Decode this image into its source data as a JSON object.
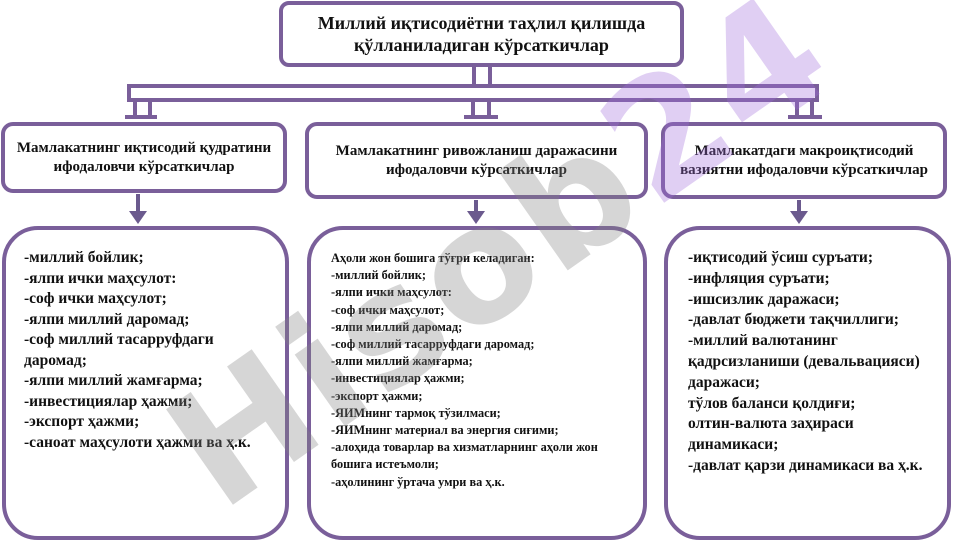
{
  "title": "Миллий иқтисодиётни таҳлил қилишда қўлланиладиган кўрсаткичлар",
  "categories": [
    {
      "label": "Мамлакатнинг иқтисодий қудратини ифодаловчи кўрсаткичлар",
      "items": [
        "-миллий  бойлик;",
        "-ялпи ички маҳсулот:",
        "-соф ички маҳсулот;",
        "-ялпи миллий даромад;",
        "-соф миллий тасарруфдаги даромад;",
        "-ялпи миллий жамғарма;",
        "-инвестициялар ҳажми;",
        "-экспорт ҳажми;",
        "-саноат маҳсулоти ҳажми ва ҳ.к."
      ]
    },
    {
      "label": "Мамлакатнинг ривожланиш даражасини ифодаловчи кўрсаткичлар",
      "items": [
        "Аҳоли жон бошига тўғри келадиган:",
        "-миллий  бойлик;",
        "-ялпи ички маҳсулот:",
        "-соф ички маҳсулот;",
        "-ялпи миллий даромад;",
        "-соф миллий тасарруфдаги  даромад;",
        "-ялпи  миллий жамғарма;",
        "-инвестициялар ҳажми;",
        "-экспорт ҳажми;",
        "-ЯИМнинг тармоқ тўзилмаси;",
        "-ЯИМнинг материал ва энергия сиғими;",
        "-алоҳида товарлар ва хизматларнинг аҳоли жон бошига истеъмоли;",
        "-аҳолининг ўртача умри ва ҳ.к."
      ]
    },
    {
      "label": "Мамлакатдаги макроиқтисодий вазиятни ифодаловчи кўрсаткичлар",
      "items": [
        "-иқтисодий ўсиш суръати;",
        "-инфляция суръати;",
        "-ишсизлик даражаси;",
        "-давлат бюджети тақчиллиги;",
        "-миллий валютанинг қадрсизланиши (девальвацияси) даражаси;",
        "тўлов баланси қолдиғи;",
        "олтин-валюта заҳираси динамикаси;",
        "-давлат қарзи динамикаси ва ҳ.к."
      ]
    }
  ],
  "watermark": {
    "part1": "Hisob",
    "part2": "24"
  },
  "colors": {
    "border": "#7a5f9a",
    "arrow": "#6b5a8e"
  }
}
